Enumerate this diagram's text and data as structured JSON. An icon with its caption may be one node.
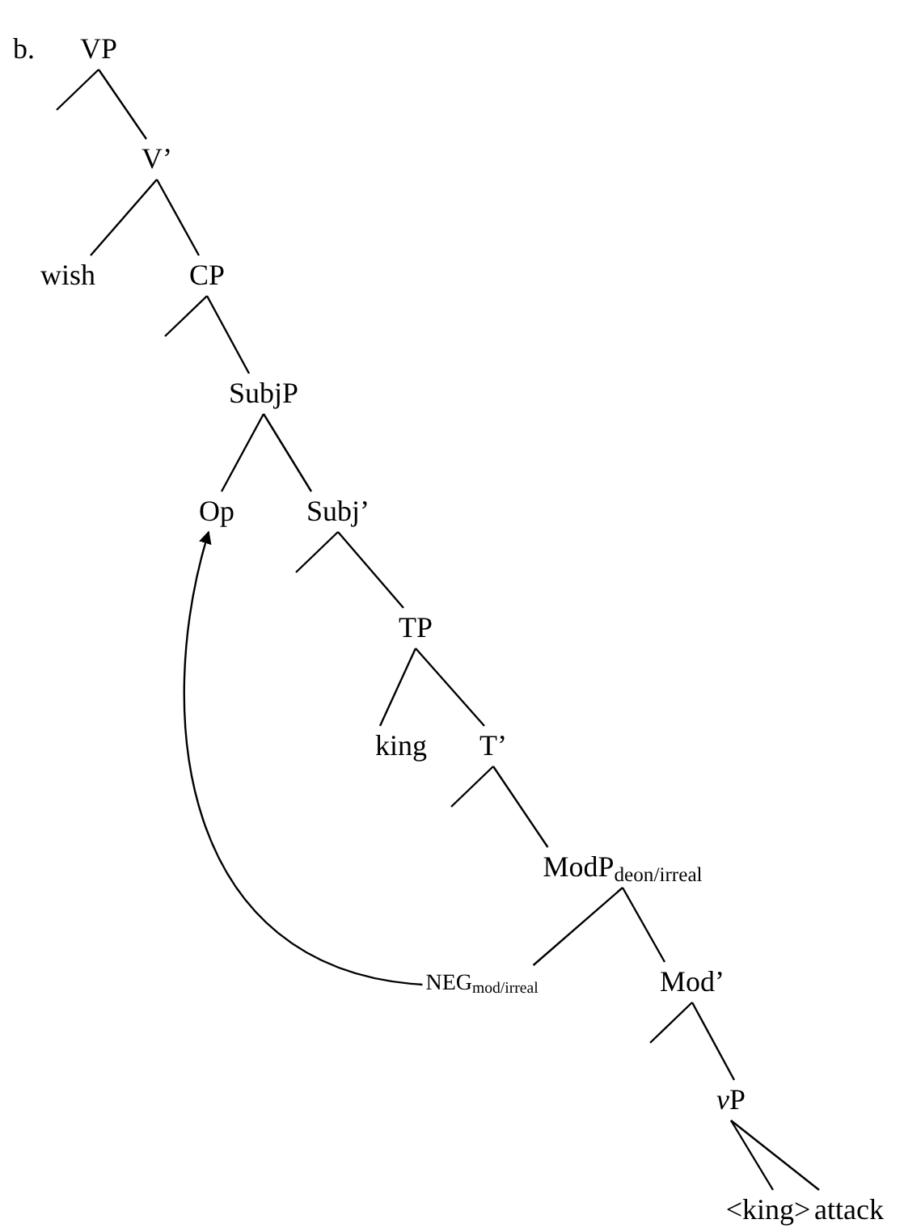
{
  "diagram": {
    "nodes": [
      {
        "text": [
          "VP"
        ]
      },
      {
        "text": [
          "V’"
        ]
      },
      {
        "text": [
          "wish"
        ]
      },
      {
        "text": [
          "CP"
        ]
      },
      {
        "text": [
          "SubjP"
        ]
      },
      {
        "text": [
          "Op"
        ]
      },
      {
        "text": [
          "Subj’"
        ]
      },
      {
        "text": [
          "TP"
        ]
      },
      {
        "text": [
          "king"
        ]
      },
      {
        "text": [
          "T’"
        ]
      },
      {
        "text": [
          "ModP$_{deon/irreal}$"
        ]
      },
      {
        "text": [
          "NEG$_{mod/irreal}$"
        ]
      },
      {
        "text": [
          "Mod’"
        ]
      },
      {
        "text": [
          "vP"
        ]
      },
      {
        "text": [
          "<king>"
        ]
      },
      {
        "text": [
          "attack"
        ]
      }
    ],
    "edges": [
      {
        "from": 0,
        "to": null,
        "arrow": "none"
      },
      {
        "from": 0,
        "to": 1,
        "arrow": "none"
      },
      {
        "from": 1,
        "to": 2,
        "arrow": "none"
      },
      {
        "from": 1,
        "to": 3,
        "arrow": "none"
      },
      {
        "from": 3,
        "to": null,
        "arrow": "none"
      },
      {
        "from": 3,
        "to": 4,
        "arrow": "none"
      },
      {
        "from": 4,
        "to": 5,
        "arrow": "none"
      },
      {
        "from": 4,
        "to": 6,
        "arrow": "none"
      },
      {
        "from": 6,
        "to": null,
        "arrow": "none"
      },
      {
        "from": 6,
        "to": 7,
        "arrow": "none"
      },
      {
        "from": 7,
        "to": 8,
        "arrow": "none"
      },
      {
        "from": 7,
        "to": 9,
        "arrow": "none"
      },
      {
        "from": 9,
        "to": null,
        "arrow": "none"
      },
      {
        "from": 9,
        "to": 10,
        "arrow": "none"
      },
      {
        "from": 10,
        "to": 11,
        "arrow": "none"
      },
      {
        "from": 10,
        "to": 12,
        "arrow": "none"
      },
      {
        "from": 12,
        "to": null,
        "arrow": "none"
      },
      {
        "from": 12,
        "to": 13,
        "arrow": "none"
      },
      {
        "from": 13,
        "to": 14,
        "arrow": "none"
      },
      {
        "from": 13,
        "to": 15,
        "arrow": "none"
      },
      {
        "from": 11,
        "to": 5,
        "arrow": "to"
      }
    ],
    "labels": [
      "b."
    ]
  }
}
